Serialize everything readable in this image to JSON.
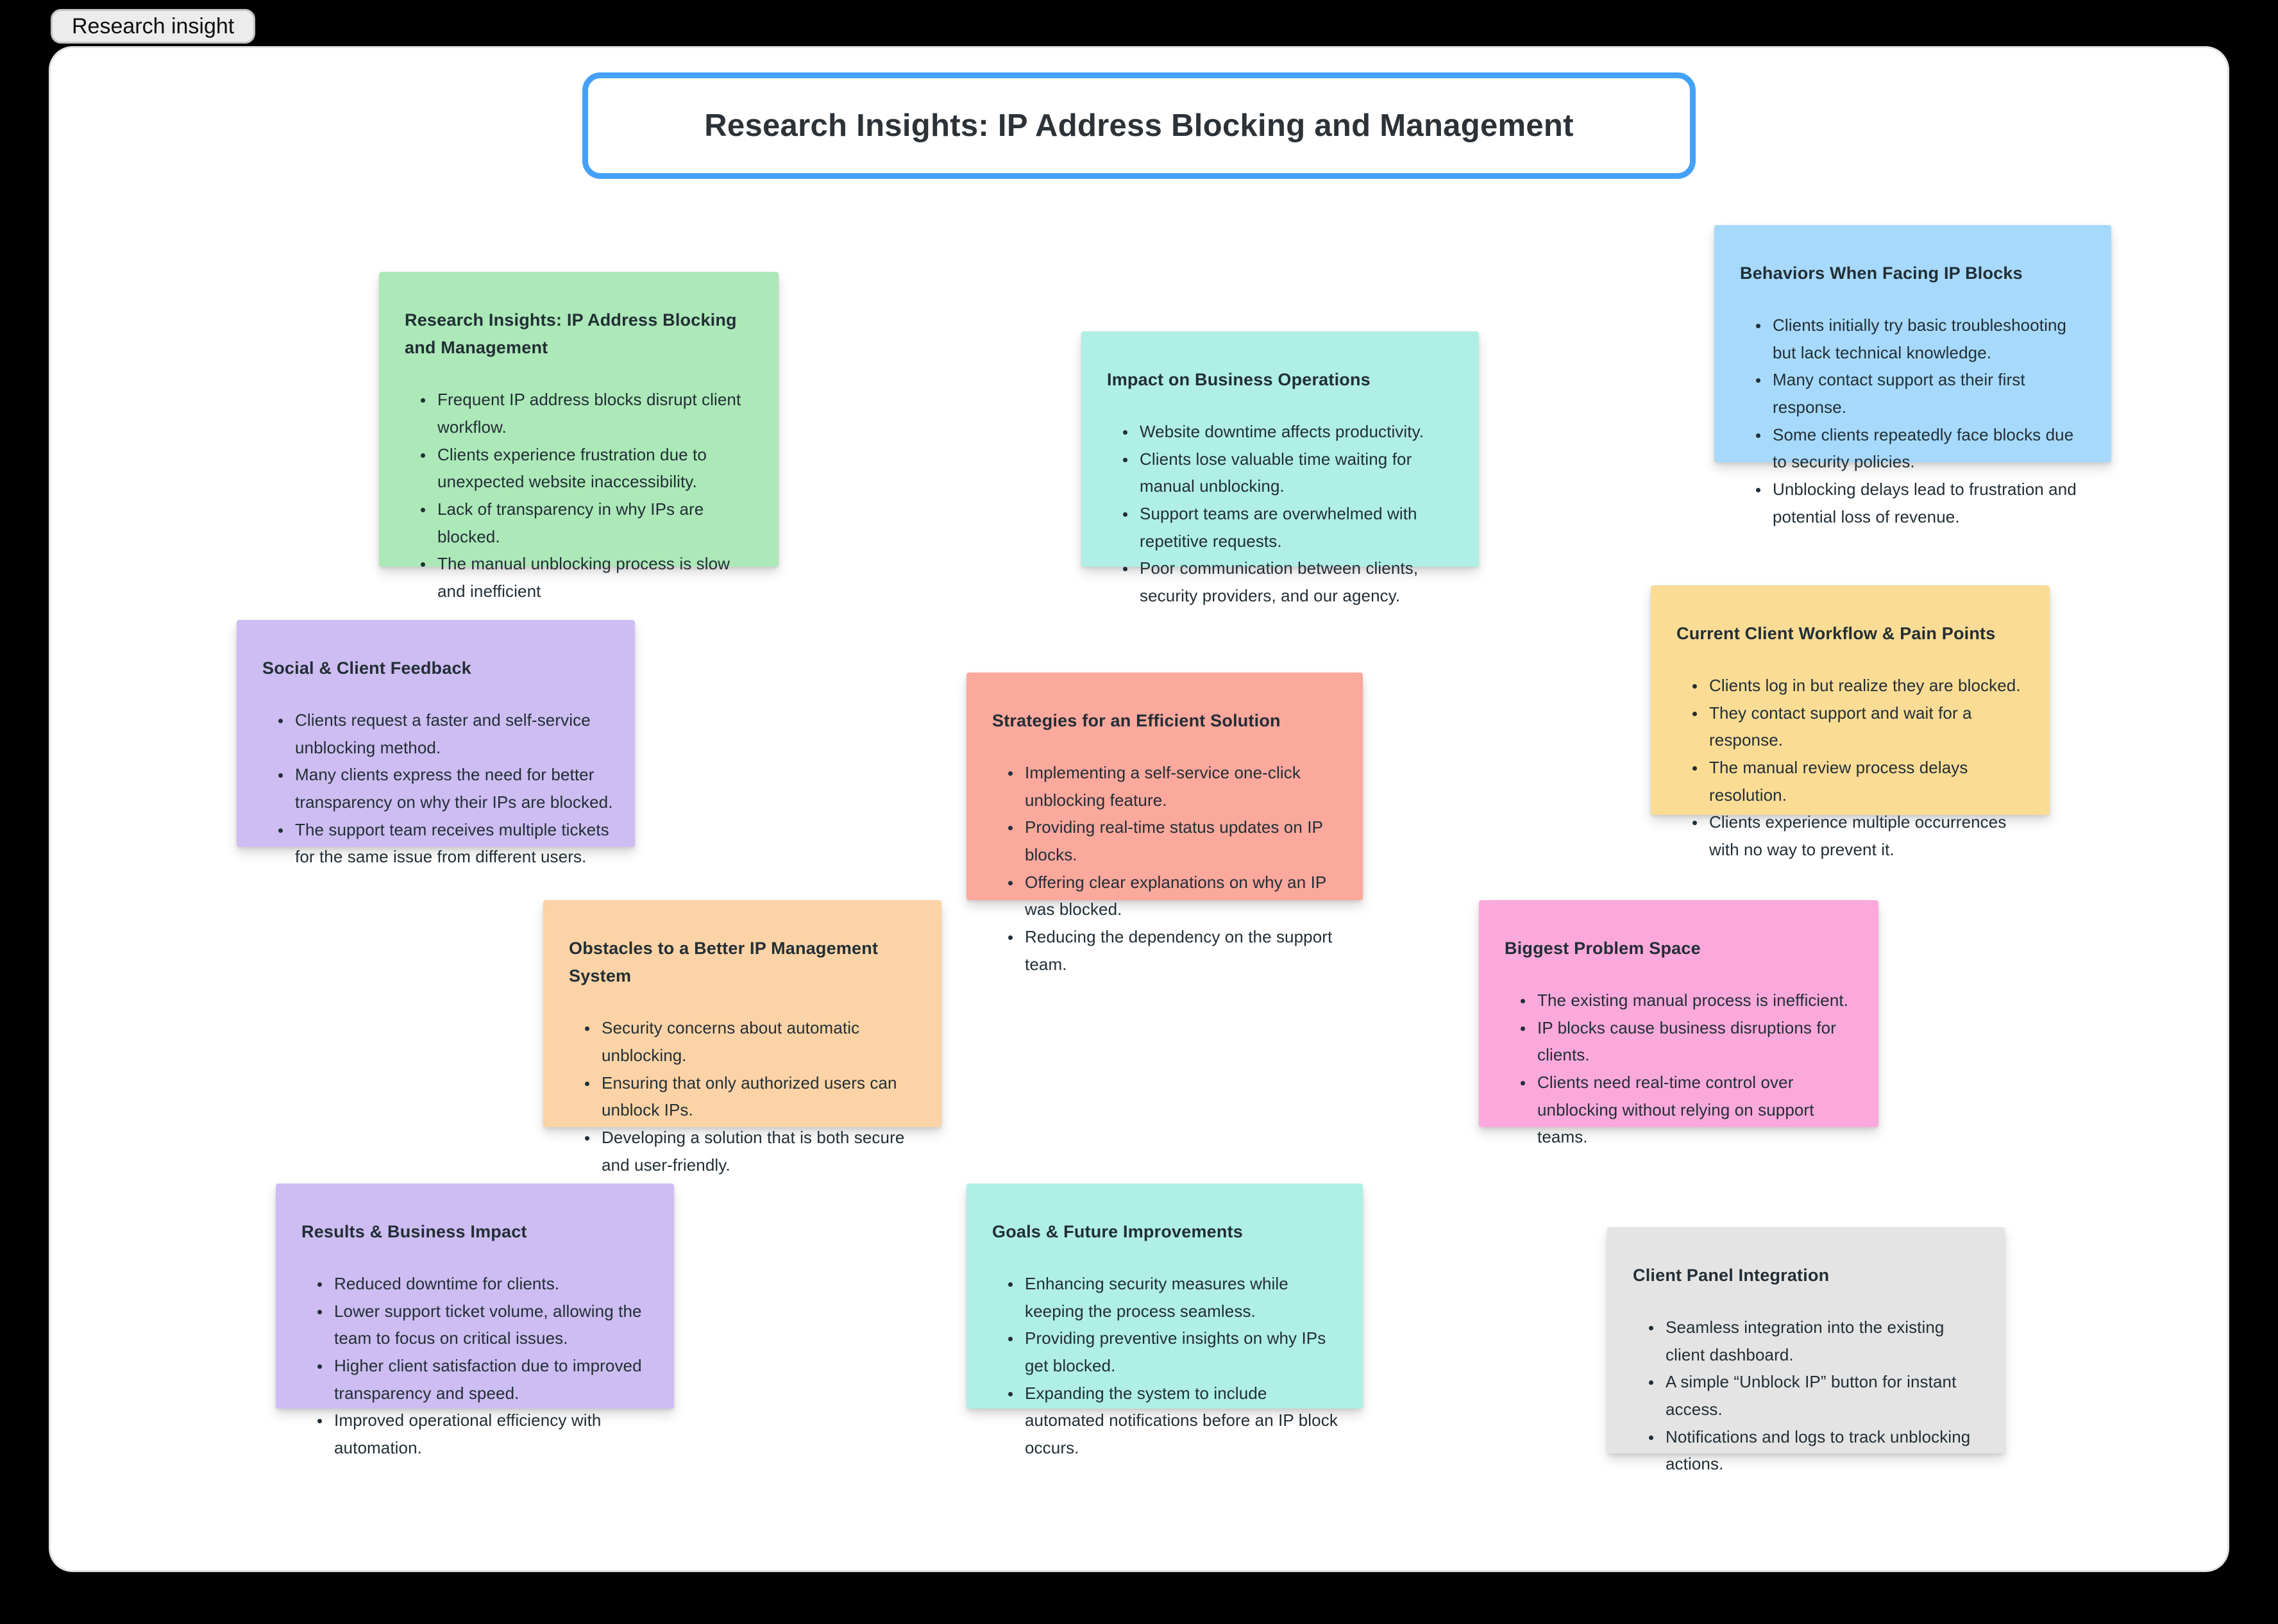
{
  "page_tab": {
    "label": "Research insight"
  },
  "board_title": {
    "text": "Research Insights: IP Address Blocking and Management",
    "border_color": "#45A1F8"
  },
  "notes": [
    {
      "title": "Research Insights: IP Address Blocking and Management",
      "color": "#ACE8B8",
      "bullets": [
        "Frequent IP address blocks disrupt client workflow.",
        "Clients experience frustration due to unexpected website inaccessibility.",
        "Lack of transparency in why IPs are blocked.",
        "The manual unblocking process is slow and inefficient"
      ]
    },
    {
      "title": "Impact on Business Operations",
      "color": "#AFEFE5",
      "bullets": [
        "Website downtime affects productivity.",
        "Clients lose valuable time waiting for manual unblocking.",
        "Support teams are overwhelmed with repetitive requests.",
        "Poor communication between clients, security providers, and our agency."
      ]
    },
    {
      "title": "Behaviors When Facing IP Blocks",
      "color": "#A6D9FB",
      "bullets": [
        "Clients initially try basic troubleshooting but lack technical knowledge.",
        "Many contact support as their first response.",
        "Some clients repeatedly face blocks due to security policies.",
        "Unblocking delays lead to frustration and potential loss of revenue."
      ]
    },
    {
      "title": "Social & Client Feedback",
      "color": "#CDBDF2",
      "bullets": [
        "Clients request a faster and self-service unblocking method.",
        "Many clients express the need for better transparency on why their IPs are blocked.",
        "The support team receives multiple tickets for the same issue from different users."
      ]
    },
    {
      "title": "Strategies for an Efficient Solution",
      "color": "#FBA89D",
      "bullets": [
        "Implementing a self-service one-click unblocking feature.",
        "Providing real-time status updates on IP blocks.",
        "Offering clear explanations on why an IP was blocked.",
        "Reducing the dependency on the support team."
      ]
    },
    {
      "title": "Current Client Workflow & Pain Points",
      "color": "#FADC95",
      "bullets": [
        "Clients log in but realize they are blocked.",
        "They contact support and wait for a response.",
        "The manual review process delays resolution.",
        "Clients experience multiple occurrences with no way to prevent it."
      ]
    },
    {
      "title": "Obstacles to a Better IP Management System",
      "color": "#FCD3A6",
      "bullets": [
        "Security concerns about automatic unblocking.",
        "Ensuring that only authorized users can unblock IPs.",
        "Developing a solution that is both secure and user-friendly."
      ]
    },
    {
      "title": "Biggest Problem Space",
      "color": "#FBA9DC",
      "bullets": [
        "The existing manual process is inefficient.",
        "IP blocks cause business disruptions for clients.",
        "Clients need real-time control over unblocking without relying on support teams."
      ]
    },
    {
      "title": "Results & Business Impact",
      "color": "#CDBDF2",
      "bullets": [
        "Reduced downtime for clients.",
        "Lower support ticket volume, allowing the team to focus on critical issues.",
        "Higher client satisfaction due to improved transparency and speed.",
        "Improved operational efficiency with automation."
      ]
    },
    {
      "title": "Goals & Future Improvements",
      "color": "#AFEFE5",
      "bullets": [
        "Enhancing security measures while keeping the process seamless.",
        "Providing preventive insights on why IPs get blocked.",
        "Expanding the system to include automated notifications before an IP block occurs."
      ]
    },
    {
      "title": "Client Panel Integration",
      "color": "#E4E4E4",
      "bullets": [
        "Seamless integration into the existing client dashboard.",
        "A simple “Unblock IP” button for instant access.",
        "Notifications and logs to track unblocking actions."
      ]
    }
  ]
}
